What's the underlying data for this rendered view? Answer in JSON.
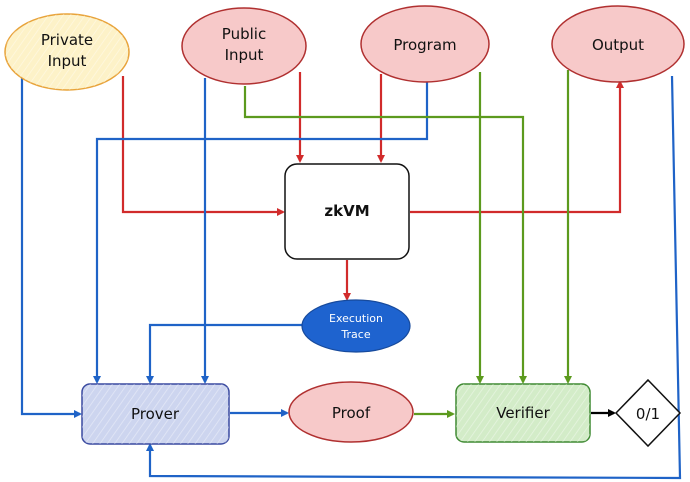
{
  "nodes": {
    "private_input": {
      "line1": "Private",
      "line2": "Input",
      "fill": "#fdf2c8",
      "stroke": "#e8a33a"
    },
    "public_input": {
      "line1": "Public",
      "line2": "Input",
      "fill": "#f7c9c9",
      "stroke": "#b03030"
    },
    "program": {
      "label": "Program",
      "fill": "#f7c9c9",
      "stroke": "#b03030"
    },
    "output": {
      "label": "Output",
      "fill": "#f7c9c9",
      "stroke": "#b03030"
    },
    "zkvm": {
      "label": "zkVM"
    },
    "execution_trace": {
      "line1": "Execution",
      "line2": "Trace",
      "fill": "#1e63cf"
    },
    "prover": {
      "label": "Prover",
      "fill": "#cdd5ef",
      "stroke": "#3a4aa0"
    },
    "proof": {
      "label": "Proof",
      "fill": "#f7c9c9",
      "stroke": "#b03030"
    },
    "verifier": {
      "label": "Verifier",
      "fill": "#d3ecc8",
      "stroke": "#3f8a32"
    },
    "result": {
      "label": "0/1"
    }
  },
  "colors": {
    "red_arrow": "#d12b2b",
    "blue_arrow": "#1f63c7",
    "green_arrow": "#5c9a1e",
    "black_arrow": "#000000"
  }
}
